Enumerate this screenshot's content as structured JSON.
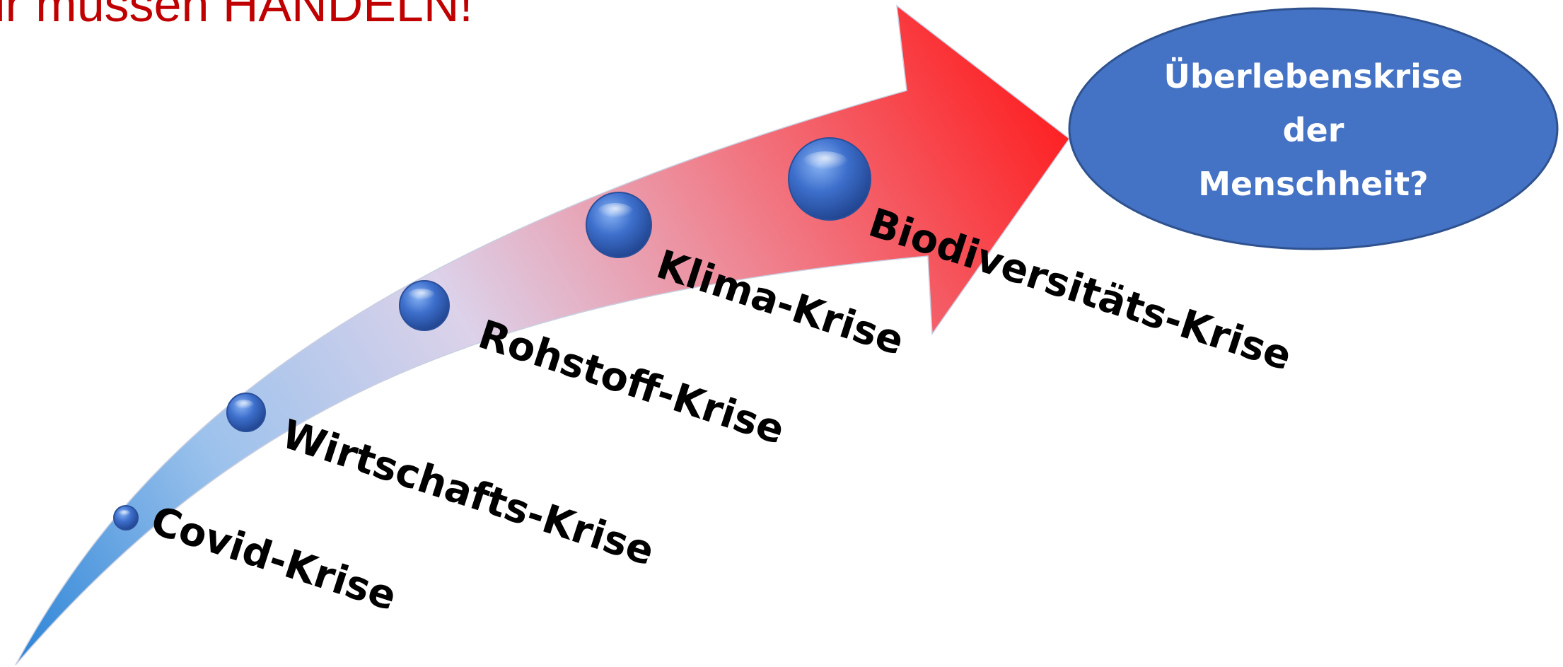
{
  "headline": "ir müssen HANDELN!",
  "colors": {
    "headline": "#c00000",
    "arrow_tail": "#2e86d8",
    "arrow_mid": "#dcd2ea",
    "arrow_head": "#ff1010",
    "bubble": "#3d6fcc",
    "ellipse_fill": "#4472c4",
    "ellipse_stroke": "#2f528f"
  },
  "crises": [
    {
      "label": "Covid-Krise"
    },
    {
      "label": "Wirtschafts-Krise"
    },
    {
      "label": "Rohstoff-Krise"
    },
    {
      "label": "Klima-Krise"
    },
    {
      "label": "Biodiversitäts-Krise"
    }
  ],
  "outcome": {
    "line1": "Überlebenskrise",
    "line2": "der",
    "line3": "Menschheit?"
  }
}
